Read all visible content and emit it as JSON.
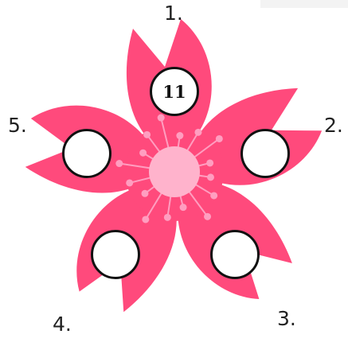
{
  "colors": {
    "petal": "#ff4a7c",
    "center": "#ffb3cc",
    "stamen": "#ff9ec0",
    "slot_border": "#111111",
    "text": "#222222"
  },
  "petal_labels": [
    "1.",
    "2.",
    "3.",
    "4.",
    "5."
  ],
  "slots": {
    "petal_1": "11",
    "petal_2": "",
    "petal_3": "",
    "petal_4": "",
    "petal_5": ""
  }
}
